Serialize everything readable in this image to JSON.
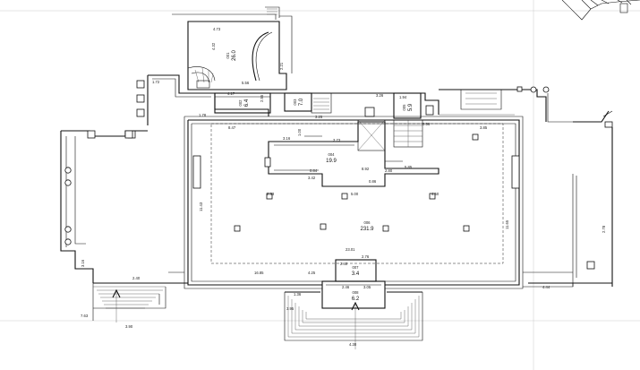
{
  "rooms": [
    {
      "id": "r1",
      "num": "001",
      "area": "26.0"
    },
    {
      "id": "r2",
      "num": "002",
      "area": "6.4"
    },
    {
      "id": "r3",
      "num": "003",
      "area": "7.0"
    },
    {
      "id": "r4",
      "num": "004",
      "area": "19.9"
    },
    {
      "id": "r5",
      "num": "005",
      "area": "5.9"
    },
    {
      "id": "r6",
      "num": "006",
      "area": "231.9"
    },
    {
      "id": "r7",
      "num": "007",
      "area": "3.4"
    },
    {
      "id": "r8",
      "num": "008",
      "area": "6.2"
    }
  ],
  "dimensions": [
    "4.73",
    "4.32",
    "5.56",
    "2.21",
    "4.17",
    "2.55",
    "3.26",
    "1.94",
    "8.47",
    "1.78",
    "1.72",
    "23.01",
    "3.16",
    "1.00",
    "3.42",
    "2.40",
    "2.76",
    "4.25",
    "8.92",
    "16.85",
    "3.73",
    "3.85",
    "2.46",
    "1.36",
    "3.05",
    "3.25",
    "5.00",
    "4.50",
    "2.83",
    "2.80",
    "0.84",
    "0.86",
    "0.56",
    "3.95",
    "3.90",
    "4.30",
    "5.85",
    "7.63",
    "11.43",
    "11.65",
    "2.78",
    "3.16",
    "2.40",
    "4.44"
  ]
}
